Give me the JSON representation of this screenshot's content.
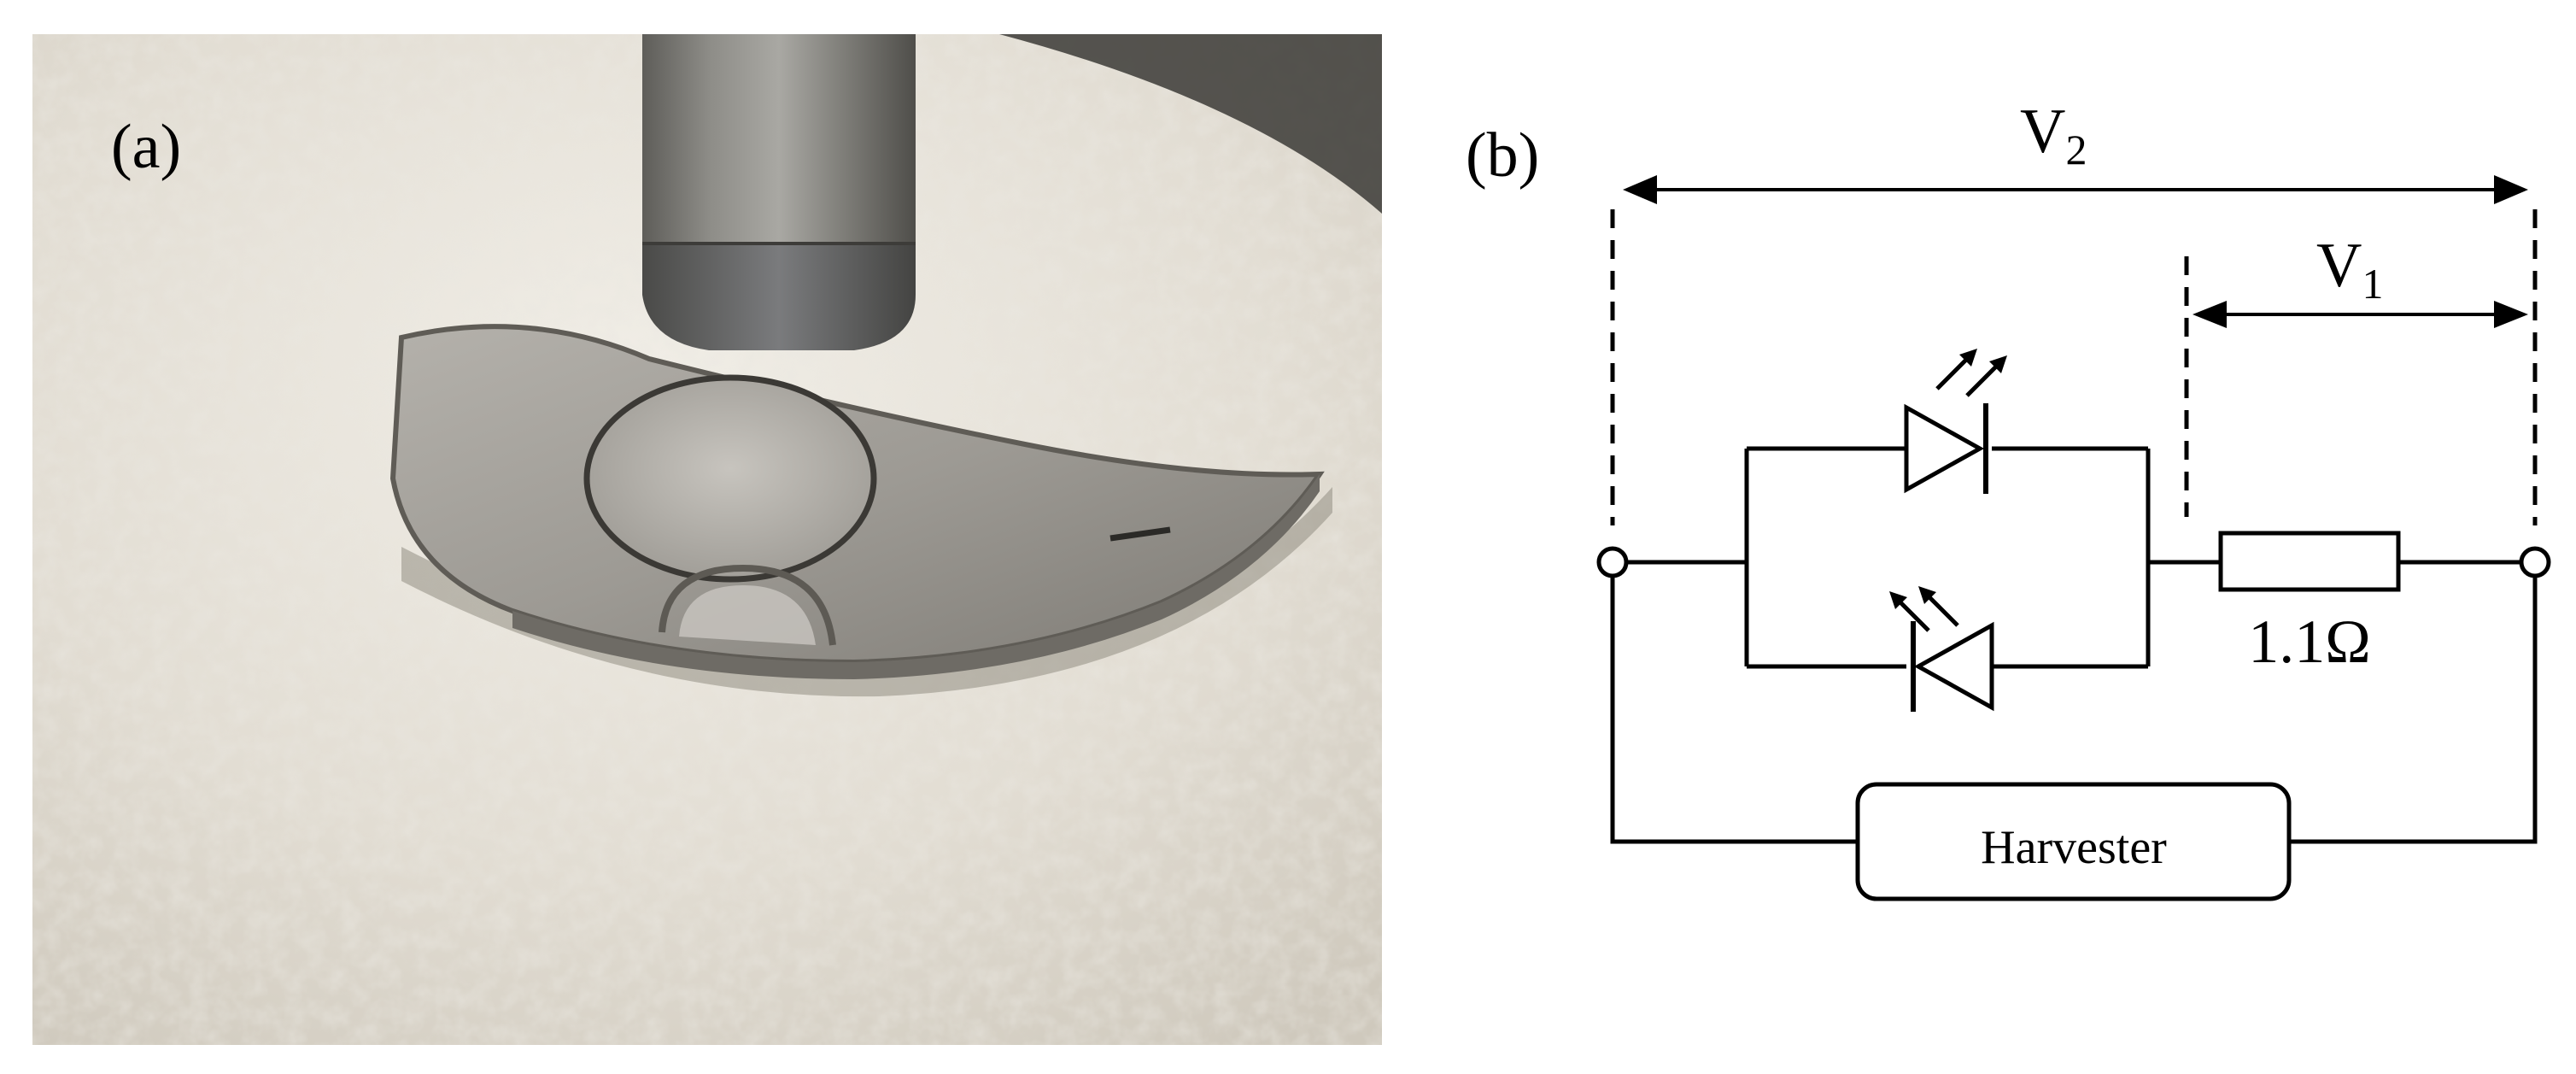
{
  "panel_a": {
    "label": "(a)"
  },
  "panel_b": {
    "label": "(b)",
    "v2_label": "V",
    "v2_sub": "2",
    "v1_label": "V",
    "v1_sub": "1",
    "resistor_value": "1.1Ω",
    "harvester_label": "Harvester"
  },
  "colors": {
    "powder": "#e4e0d7",
    "metal": "#8c8b87",
    "background": "#ffffff",
    "ink": "#000000"
  }
}
